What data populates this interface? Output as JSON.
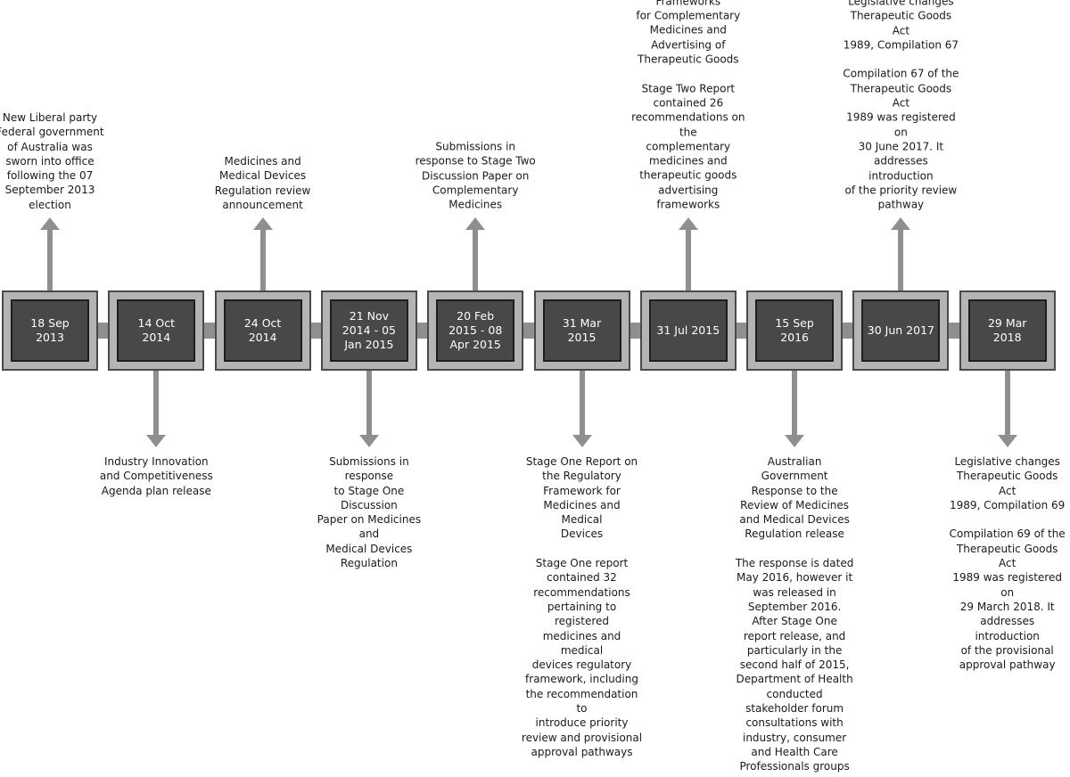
{
  "events": [
    {
      "date": "18 Sep 2013",
      "side": "above",
      "text": "New Liberal party\nFederal government\nof Australia was\nsworn into office\nfollowing the 07\nSeptember 2013\nelection"
    },
    {
      "date": "14 Oct 2014",
      "side": "below",
      "text": "Industry Innovation\nand Competitiveness\nAgenda plan release"
    },
    {
      "date": "24 Oct 2014",
      "side": "above",
      "text": "Medicines and\nMedical Devices\nRegulation review\nannouncement"
    },
    {
      "date": "21 Nov 2014 - 05 Jan 2015",
      "side": "below",
      "text": "Submissions in response\nto Stage One Discussion\nPaper on Medicines and\nMedical Devices\nRegulation"
    },
    {
      "date": "20 Feb 2015 - 08 Apr 2015",
      "side": "above",
      "text": "Submissions in\nresponse to Stage Two\nDiscussion Paper on\nComplementary\nMedicines"
    },
    {
      "date": "31 Mar 2015",
      "side": "below",
      "text": "Stage One Report on\nthe Regulatory\nFramework for\nMedicines and Medical\nDevices\n\nStage One report\ncontained 32\nrecommendations\npertaining to registered\nmedicines and medical\ndevices regulatory\nframework, including\nthe recommendation to\nintroduce priority\nreview and provisional\napproval pathways"
    },
    {
      "date": "31 Jul 2015",
      "side": "above",
      "text": "Stage Two Report on the\nRegulatory Frameworks\nfor Complementary\nMedicines and\nAdvertising of\nTherapeutic Goods\n\nStage Two Report\ncontained 26\nrecommendations on the\ncomplementary\nmedicines and\ntherapeutic goods\nadvertising frameworks"
    },
    {
      "date": "15 Sep 2016",
      "side": "below",
      "text": "Australian\nGovernment\nResponse to the\nReview of Medicines\nand Medical Devices\nRegulation release\n\nThe response is dated\nMay 2016, however it\nwas released in\nSeptember 2016.\nAfter Stage One\nreport release, and\nparticularly in the\nsecond half of 2015,\nDepartment of Health\nconducted\nstakeholder forum\nconsultations with\nindustry, consumer\nand Health Care\nProfessionals groups"
    },
    {
      "date": "30 Jun 2017",
      "side": "above",
      "text": "Legislative changes\nTherapeutic Goods Act\n1989, Compilation 67\n\nCompilation 67 of the\nTherapeutic Goods Act\n1989 was registered on\n30 June 2017. It\naddresses introduction\nof the priority review\npathway"
    },
    {
      "date": "29 Mar 2018",
      "side": "below",
      "text": "Legislative changes\nTherapeutic Goods Act\n1989, Compilation 69\n\nCompilation 69 of the\nTherapeutic Goods Act\n1989 was registered on\n29 March 2018. It\naddresses introduction\nof the provisional\napproval pathway"
    }
  ]
}
